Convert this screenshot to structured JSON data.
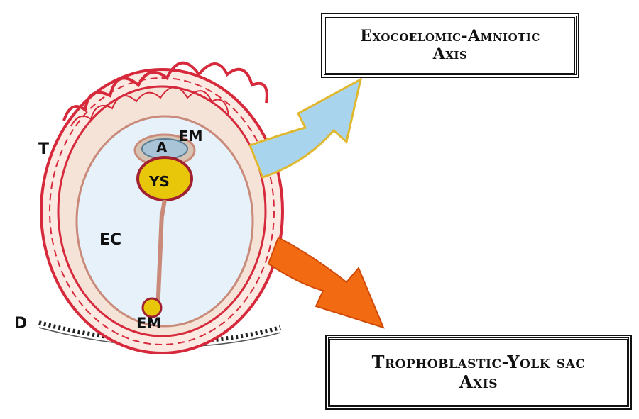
{
  "diagram": {
    "labels": {
      "trophoblast": "T",
      "amnion": "A",
      "extraembryonic_mesoderm_top": "EM",
      "yolk_sac": "YS",
      "exocoelom": "EC",
      "decidua": "D",
      "extraembryonic_mesoderm_bottom": "EM"
    },
    "colors": {
      "trophoblast": "#d62a3c",
      "mesoderm": "#f3d4c4",
      "exocoelom": "#e6f1fa",
      "yolk_sac": "#e8c60a",
      "amnion": "#a9c4d6",
      "arrow_up": "#a8d4ee",
      "arrow_down": "#f26b12"
    }
  },
  "boxes": {
    "top": {
      "line1": "Exocoelomic-Amniotic",
      "line2": "Axis"
    },
    "bottom": {
      "line1": "Trophoblastic-Yolk sac",
      "line2": "Axis"
    }
  }
}
